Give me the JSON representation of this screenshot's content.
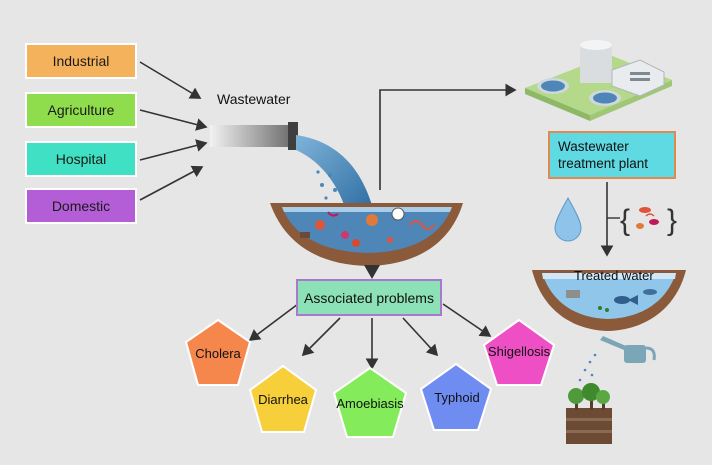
{
  "sources": [
    {
      "label": "Industrial",
      "color": "#f5b25c"
    },
    {
      "label": "Agriculture",
      "color": "#8fdc4c"
    },
    {
      "label": "Hospital",
      "color": "#3fe0c3"
    },
    {
      "label": "Domestic",
      "color": "#b35dd6"
    }
  ],
  "wastewater_label": "Wastewater",
  "associated_problems_label": "Associated problems",
  "treatment_plant_label": "Wastewater treatment plant",
  "treated_water_label": "Treated water",
  "diseases": [
    {
      "label": "Cholera",
      "color": "#f5864c"
    },
    {
      "label": "Diarrhea",
      "color": "#f7cf3a"
    },
    {
      "label": "Amoebiasis",
      "color": "#84ec5a"
    },
    {
      "label": "Typhoid",
      "color": "#6f8cf1"
    },
    {
      "label": "Shigellosis",
      "color": "#ef4fc4"
    }
  ],
  "icons": [
    "pipe-icon",
    "water-stream-icon",
    "basin-icon",
    "treatment-plant-icon",
    "water-drop-icon",
    "microbe-icon",
    "watering-can-icon",
    "plants-icon"
  ],
  "colors": {
    "background": "#e6e6e6",
    "water": "#4f86b8",
    "soil": "#8a5a3b",
    "arrow": "#333333"
  }
}
